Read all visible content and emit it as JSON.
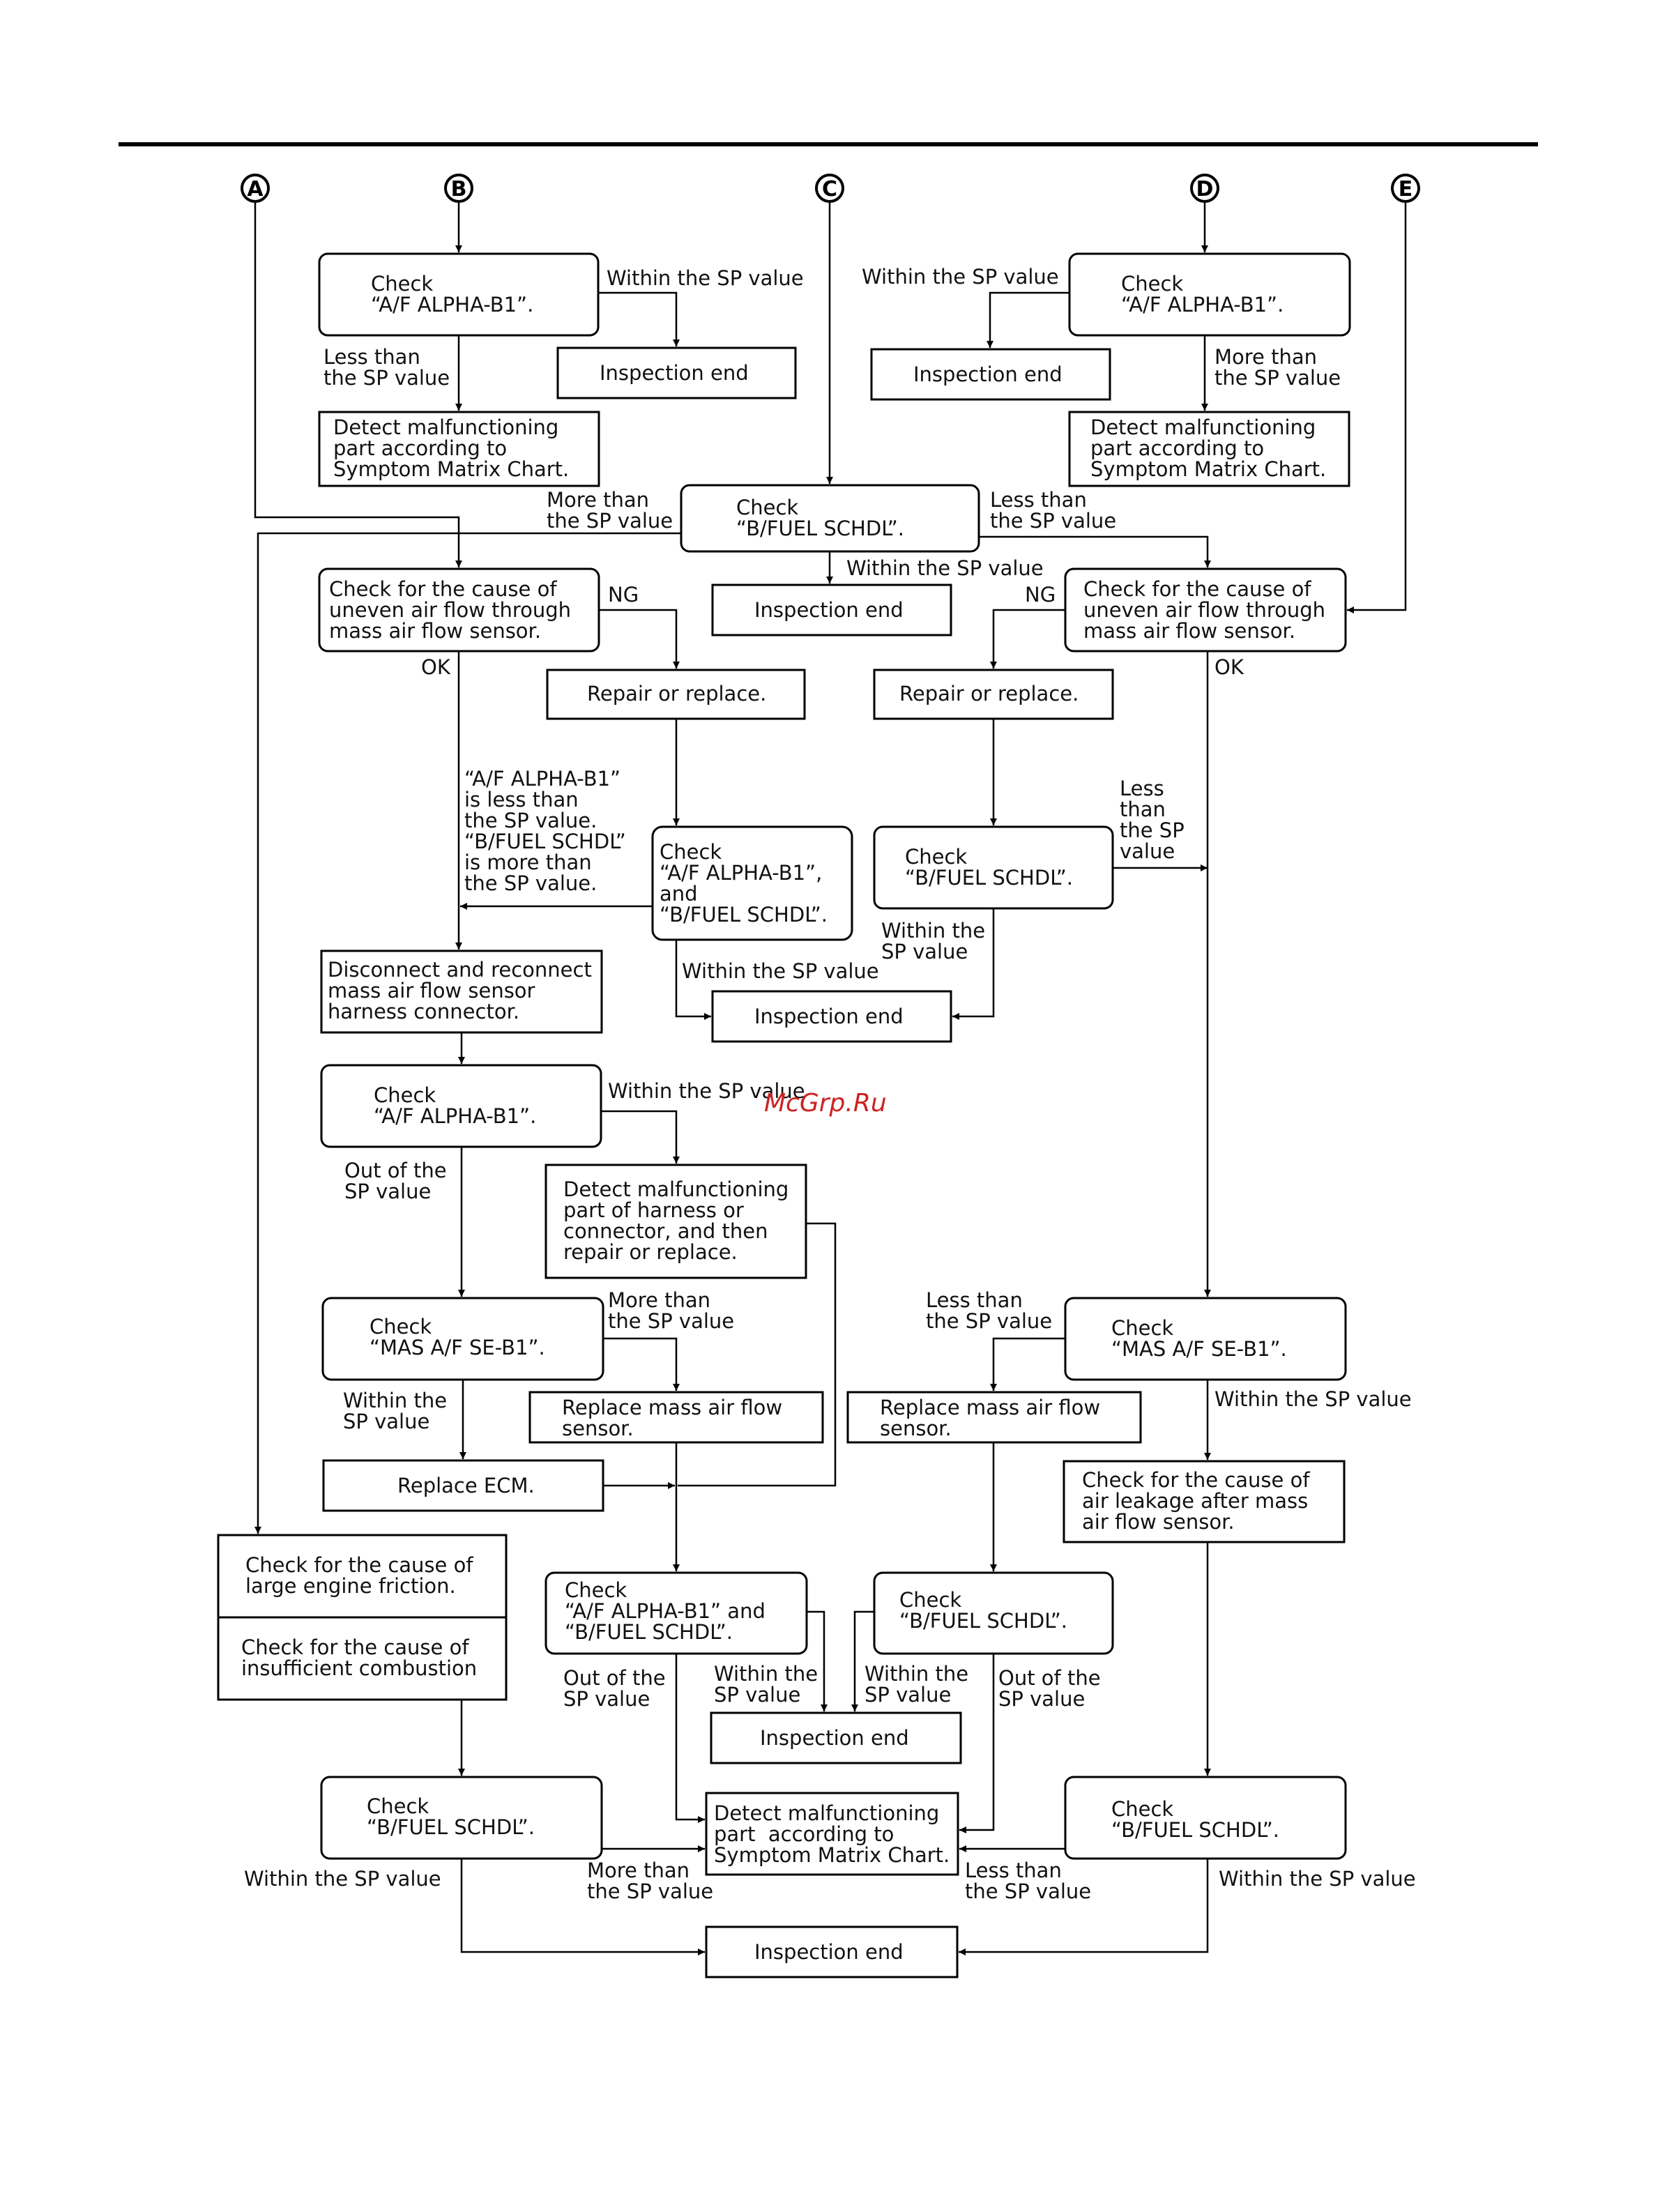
{
  "connectors": [
    "A",
    "B",
    "C",
    "D",
    "E"
  ],
  "boxes": {
    "b1_check": "Check\n“A/F ALPHA-B1”.",
    "b1_end": "Inspection end",
    "b1_detect": "Detect malfunctioning\npart according to\nSymptom Matrix Chart.",
    "d1_check": "Check\n“A/F ALPHA-B1”.",
    "d1_end": "Inspection end",
    "d1_detect": "Detect malfunctioning\npart according to\nSymptom Matrix Chart.",
    "c_check": "Check\n“B/FUEL SCHDL”.",
    "c_end": "Inspection end",
    "l_uneven": "Check for the cause of\nuneven air flow through\nmass air flow sensor.",
    "r_uneven": "Check for the cause of\nuneven air flow through\nmass air flow sensor.",
    "l_repair": "Repair or replace.",
    "r_repair": "Repair or replace.",
    "m_check_both": "Check\n“A/F ALPHA-B1”,\nand\n“B/FUEL SCHDL”.",
    "r_check_fuel": "Check\n“B/FUEL SCHDL”.",
    "m_end": "Inspection end",
    "l_disconnect": "Disconnect and reconnect\nmass air flow sensor\nharness connector.",
    "l_check_alpha": "Check\n“A/F ALPHA-B1”.",
    "m_detect_harness": "Detect malfunctioning\npart of harness or\nconnector, and then\nrepair or replace.",
    "l_check_mas": "Check\n“MAS A/F SE-B1”.",
    "l_replace_mass": "Replace mass air flow\nsensor.",
    "l_replace_ecm": "Replace ECM.",
    "r_check_mas": "Check\n“MAS A/F SE-B1”.",
    "r_replace_mass": "Replace mass air flow\nsensor.",
    "r_leakage": "Check for the cause of\nair leakage after mass\nair flow sensor.",
    "friction": "Check for the cause of\nlarge engine friction.",
    "combustion": "Check for the cause of\ninsufficient combustion",
    "m_check_alpha_fuel": "Check\n“A/F ALPHA-B1” and\n“B/FUEL SCHDL”.",
    "mr_check_fuel": "Check\n“B/FUEL SCHDL”.",
    "m_end2": "Inspection end",
    "m_detect_sym": "Detect malfunctioning\npart  according to\nSymptom Matrix Chart.",
    "l_bottom_fuel": "Check\n“B/FUEL SCHDL”.",
    "r_bottom_fuel": "Check\n“B/FUEL SCHDL”.",
    "final_end": "Inspection end"
  },
  "labels": {
    "b_within": "Within the SP value",
    "b_less": "Less than\nthe SP value",
    "d_within": "Within the SP value",
    "d_more": "More than\nthe SP value",
    "c_more": "More than\nthe SP value",
    "c_less": "Less than\nthe SP value",
    "c_within": "Within the SP value",
    "l_ng": "NG",
    "l_ok": "OK",
    "r_ng": "NG",
    "r_ok": "OK",
    "l_condition": "“A/F ALPHA-B1”\nis less than\nthe SP value.\n“B/FUEL SCHDL”\nis more than\nthe SP value.",
    "m_within": "Within the SP value",
    "r_less": "Less\nthan\nthe SP\nvalue",
    "r_within": "Within the\nSP value",
    "l_alpha_within": "Within the SP value",
    "l_alpha_out": "Out of the\nSP value",
    "l_mas_more": "More than\nthe SP value",
    "l_mas_within": "Within the\nSP value",
    "r_mas_less": "Less than\nthe SP value",
    "r_mas_within": "Within the SP value",
    "m_af_out": "Out of the\nSP value",
    "m_af_within": "Within the\nSP value",
    "mr_within": "Within the\nSP value",
    "mr_out": "Out of the\nSP value",
    "lb_within": "Within the SP value",
    "lb_more": "More than\nthe SP value",
    "rb_less": "Less than\nthe SP value",
    "rb_within": "Within the SP value"
  },
  "watermark": "McGrp.Ru"
}
